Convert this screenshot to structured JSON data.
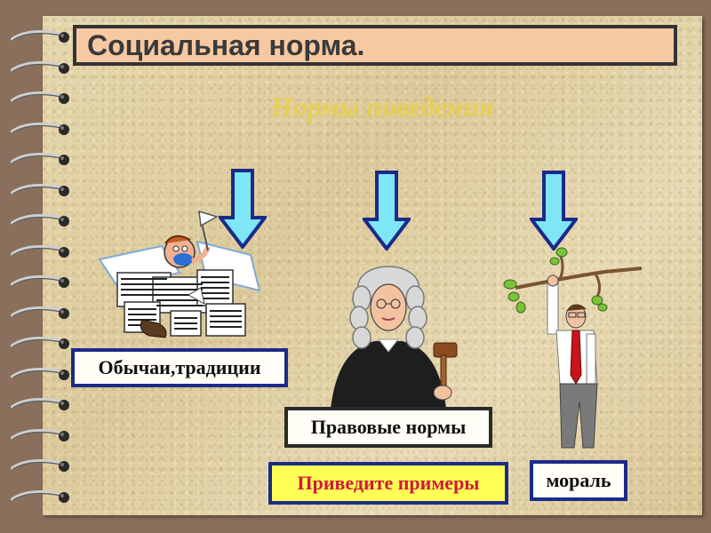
{
  "slide": {
    "title": "Социальная норма.",
    "subtitle": "Нормы поведения",
    "labels": {
      "customs": "Обычаи,традиции",
      "legal": "Правовые нормы",
      "moral": "мораль",
      "examples": "Приведите примеры"
    }
  },
  "colors": {
    "title_bg": "#f7c9a3",
    "subtitle": "#e6cf55",
    "arrow_fill": "#7ee6f5",
    "examples_bg": "#ffff55",
    "examples_text": "#d11a3a",
    "label_border": "#1c2a8a"
  },
  "icons": [
    "spiral-ring-icon",
    "down-arrow-icon",
    "paperwork-man-illustration",
    "judge-illustration",
    "hanging-man-illustration"
  ]
}
